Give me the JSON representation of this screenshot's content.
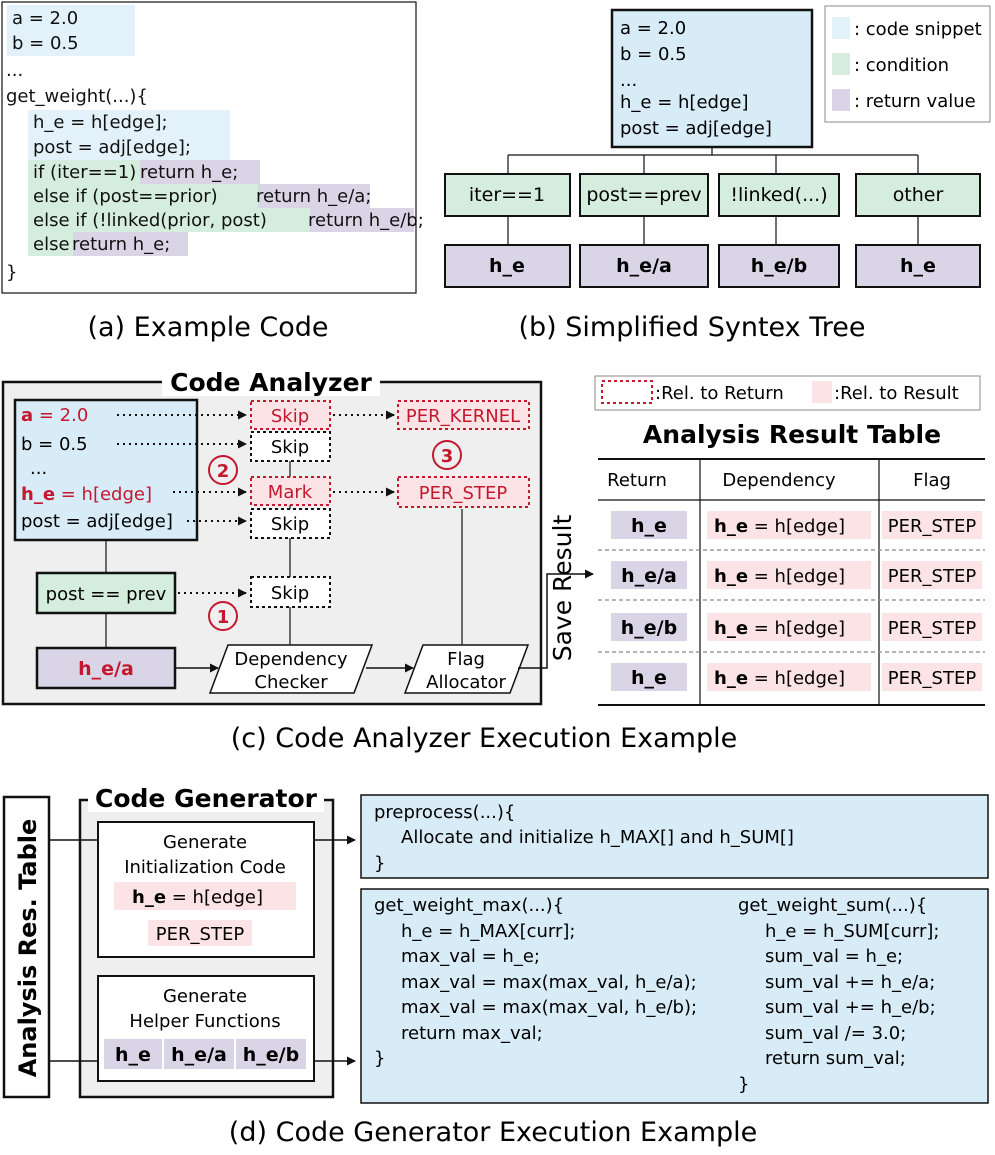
{
  "colors": {
    "code_snippet": "#e3f2fa",
    "condition": "#d5eddd",
    "return_value": "#d9d5e7",
    "rel_result": "#fbe3e6",
    "accent_red": "#c4182f",
    "panel_gray": "#efefef",
    "code_blue": "#d8ecf8"
  },
  "panel_a": {
    "caption": "(a) Example Code",
    "lines": [
      "a = 2.0",
      "b = 0.5",
      "...",
      "get_weight(...){",
      "h_e = h[edge];",
      "post = adj[edge];",
      "if (iter==1)",
      " return h_e;",
      "else if (post==prior)",
      " return h_e/a;",
      "else if (!linked(prior, post)",
      " return h_e/b;",
      "else",
      " return h_e;",
      "}"
    ]
  },
  "panel_b": {
    "caption": "(b) Simplified Syntex Tree",
    "root_lines": [
      "a = 2.0",
      "b = 0.5",
      "...",
      "h_e = h[edge]",
      "post = adj[edge]"
    ],
    "conditions": [
      "iter==1",
      "post==prev",
      "!linked(...)",
      "other"
    ],
    "returns": [
      "h_e",
      "h_e/a",
      "h_e/b",
      "h_e"
    ],
    "legend": [
      ": code snippet",
      ": condition",
      ": return value"
    ]
  },
  "panel_c": {
    "caption": "(c) Code Analyzer Execution Example",
    "title": "Code Analyzer",
    "code_lines": {
      "a_var": "a",
      "a_rest": " = 2.0",
      "b_line": "b = 0.5",
      "dots": "...",
      "he_var": "h_e",
      "he_rest": " = h[edge]",
      "post_line": "post = adj[edge]"
    },
    "condition": "post == prev",
    "return_box": "h_e/a",
    "actions": [
      "Skip",
      "Skip",
      "Mark",
      "Skip",
      "Skip"
    ],
    "flags": [
      "PER_KERNEL",
      "PER_STEP"
    ],
    "badges": [
      "①",
      "②",
      "③"
    ],
    "dependency_checker": [
      "Dependency",
      "Checker"
    ],
    "flag_allocator": [
      "Flag",
      "Allocator"
    ],
    "save_result": "Save Result",
    "legend": [
      ":Rel. to Return",
      ":Rel. to Result"
    ],
    "table": {
      "title": "Analysis Result Table",
      "headers": [
        "Return",
        "Dependency",
        "Flag"
      ],
      "rows": [
        {
          "ret": "h_e",
          "dep_var": "h_e",
          "dep_rest": " = h[edge]",
          "flag": "PER_STEP"
        },
        {
          "ret": "h_e/a",
          "dep_var": "h_e",
          "dep_rest": " = h[edge]",
          "flag": "PER_STEP"
        },
        {
          "ret": "h_e/b",
          "dep_var": "h_e",
          "dep_rest": " = h[edge]",
          "flag": "PER_STEP"
        },
        {
          "ret": "h_e",
          "dep_var": "h_e",
          "dep_rest": " = h[edge]",
          "flag": "PER_STEP"
        }
      ]
    }
  },
  "panel_d": {
    "caption": "(d) Code Generator Execution Example",
    "side_label": "Analysis Res. Table",
    "title": "Code Generator",
    "init_box": {
      "lines": [
        "Generate",
        "Initialization Code"
      ],
      "dep_var": "h_e",
      "dep_rest": " = h[edge]",
      "flag": "PER_STEP"
    },
    "helper_box": {
      "lines": [
        "Generate",
        "Helper Functions"
      ],
      "chips": [
        "h_e",
        "h_e/a",
        "h_e/b"
      ]
    },
    "preprocess": [
      "preprocess(...){",
      "Allocate and initialize h_MAX[] and h_SUM[]",
      "}"
    ],
    "max_code": [
      "get_weight_max(...){",
      "h_e = h_MAX[curr];",
      "max_val = h_e;",
      "max_val = max(max_val, h_e/a);",
      "max_val = max(max_val, h_e/b);",
      "return max_val;",
      "}"
    ],
    "sum_code": [
      "get_weight_sum(...){",
      "h_e = h_SUM[curr];",
      "sum_val = h_e;",
      "sum_val += h_e/a;",
      "sum_val += h_e/b;",
      "sum_val /= 3.0;",
      "return sum_val;",
      "}"
    ]
  }
}
